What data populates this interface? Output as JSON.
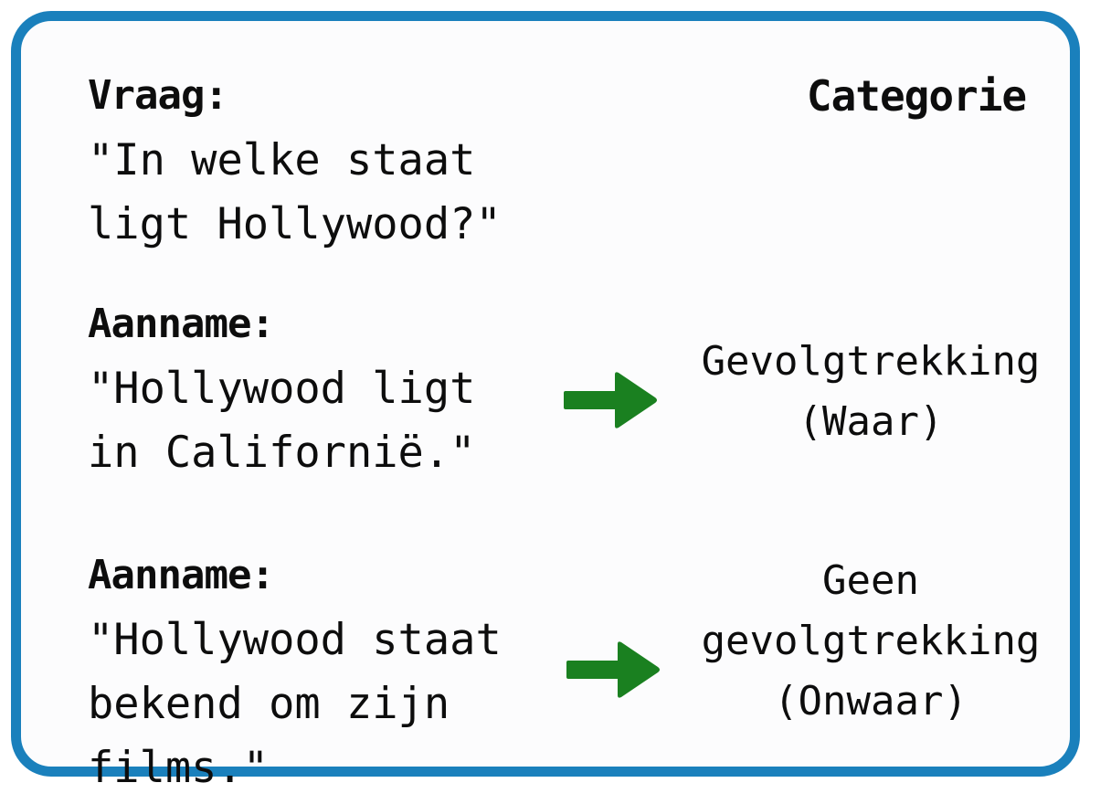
{
  "card": {
    "border_color": "#1a80bc",
    "background": "#fcfcfd",
    "text_color": "#0d0d0d",
    "arrow_color": "#1a8020"
  },
  "columns": {
    "left_header": "Vraag:",
    "right_header": "Categorie"
  },
  "question": {
    "label": "Vraag:",
    "lines": [
      "\"In welke staat",
      "ligt Hollywood?\""
    ]
  },
  "rows": [
    {
      "label": "Aanname:",
      "statement_lines": [
        "\"Hollywood ligt",
        "in Californië.\""
      ],
      "arrow": "arrow-right-icon",
      "category_lines": [
        "Gevolgtrekking",
        "(Waar)"
      ]
    },
    {
      "label": "Aanname:",
      "statement_lines": [
        "\"Hollywood staat",
        "bekend om zijn",
        "films.\""
      ],
      "arrow": "arrow-right-icon",
      "category_lines": [
        "Geen",
        "gevolgtrekking",
        "(Onwaar)"
      ]
    }
  ]
}
